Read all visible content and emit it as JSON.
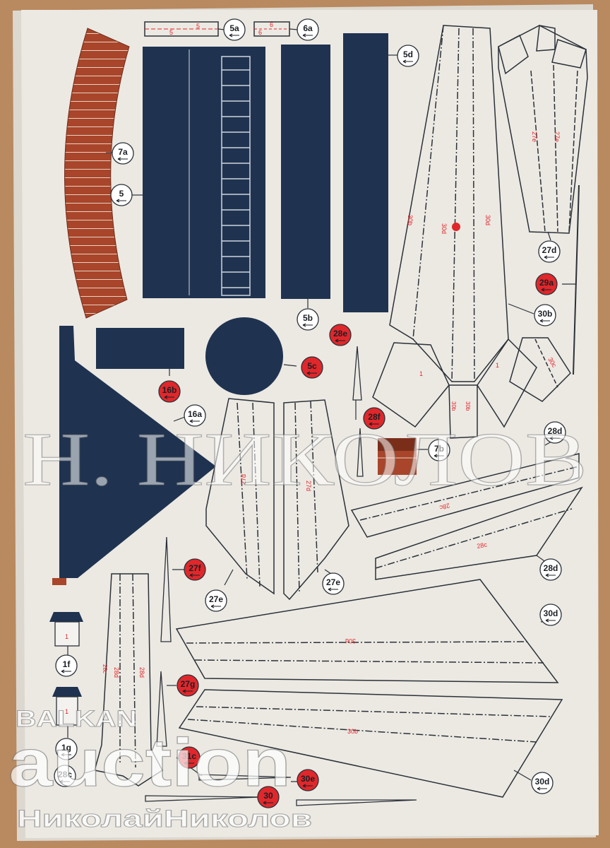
{
  "colors": {
    "paper": "#ece9e3",
    "navy": "#1f3350",
    "brick": "#a8452a",
    "red": "#e0272b",
    "line": "#2b3138",
    "board": "#b9895f"
  },
  "labels": {
    "l5a": "5a",
    "l6a": "6a",
    "l5d": "5d",
    "l7a": "7a",
    "l5": "5",
    "l5b": "5b",
    "l5c": "5c",
    "l16b": "16b",
    "l16a": "16a",
    "l28e": "28e",
    "l28f": "28f",
    "l7b": "7b",
    "l27d": "27d",
    "l29a": "29a",
    "l30b": "30b",
    "l28d_top": "28d",
    "l28d_mid": "28d",
    "l27f": "27f",
    "l27e_left": "27e",
    "l27e_right": "27e",
    "l30d_top": "30d",
    "l27g": "27g",
    "l1f": "1f",
    "l1g": "1g",
    "l28c": "28c",
    "l31c": "31c",
    "l30e": "30e",
    "l30d_bottom": "30d",
    "l30": "30"
  },
  "part_text": {
    "strip5a_a": "5",
    "strip5a_b": "5",
    "strip6a_a": "6",
    "strip6a_b": "6",
    "p27e_a": "27e",
    "p27e_b": "27e",
    "p30d_a": "30d",
    "p30d_b": "30d",
    "p30b_a": "30b",
    "p27d": "27d",
    "p27d_ii": "27d",
    "p28c_top": "28c",
    "p28c_mid": "28c",
    "p30d_big": "30d",
    "p30b_big": "30b",
    "p28d_a": "28d",
    "p28d_b": "28d",
    "p28c_a": "28c",
    "p1_a": "1",
    "p1_b": "1",
    "p1_c": "1",
    "p1_d": "1",
    "p30b_b": "30b",
    "p30b_c": "30b",
    "p30c": "30c",
    "p30b_small": "30b"
  },
  "watermarks": {
    "main": "Н. НИКОЛОВ",
    "balkan": "BALKAN",
    "auction": "auction",
    "user": "НиколайНиколов"
  }
}
